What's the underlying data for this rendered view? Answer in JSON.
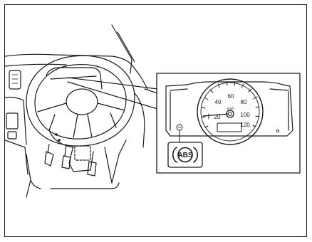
{
  "speedometer": {
    "ticks": [
      "20",
      "40",
      "60",
      "80",
      "100",
      "120"
    ],
    "unit": "km/h"
  },
  "warning_light": {
    "label": "ABS",
    "icon": "abs-warning-icon"
  },
  "colors": {
    "line": "#1a1a1a",
    "background": "#ffffff",
    "inset_box": "#ffffff"
  }
}
